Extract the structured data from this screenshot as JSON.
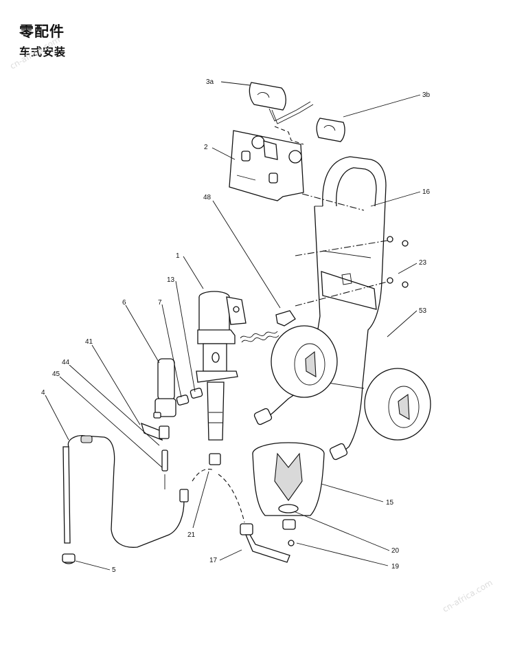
{
  "heading": {
    "title": "零配件",
    "subtitle": "车式安装"
  },
  "watermark": "cn-africa.com",
  "callouts": [
    {
      "id": "3a",
      "text": "3a"
    },
    {
      "id": "3b",
      "text": "3b"
    },
    {
      "id": "2",
      "text": "2"
    },
    {
      "id": "16",
      "text": "16"
    },
    {
      "id": "48",
      "text": "48"
    },
    {
      "id": "1",
      "text": "1"
    },
    {
      "id": "13",
      "text": "13"
    },
    {
      "id": "23",
      "text": "23"
    },
    {
      "id": "6",
      "text": "6"
    },
    {
      "id": "7",
      "text": "7"
    },
    {
      "id": "53",
      "text": "53"
    },
    {
      "id": "41",
      "text": "41"
    },
    {
      "id": "44",
      "text": "44"
    },
    {
      "id": "45",
      "text": "45"
    },
    {
      "id": "4",
      "text": "4"
    },
    {
      "id": "15",
      "text": "15"
    },
    {
      "id": "21",
      "text": "21"
    },
    {
      "id": "20",
      "text": "20"
    },
    {
      "id": "17",
      "text": "17"
    },
    {
      "id": "19",
      "text": "19"
    },
    {
      "id": "5",
      "text": "5"
    }
  ]
}
